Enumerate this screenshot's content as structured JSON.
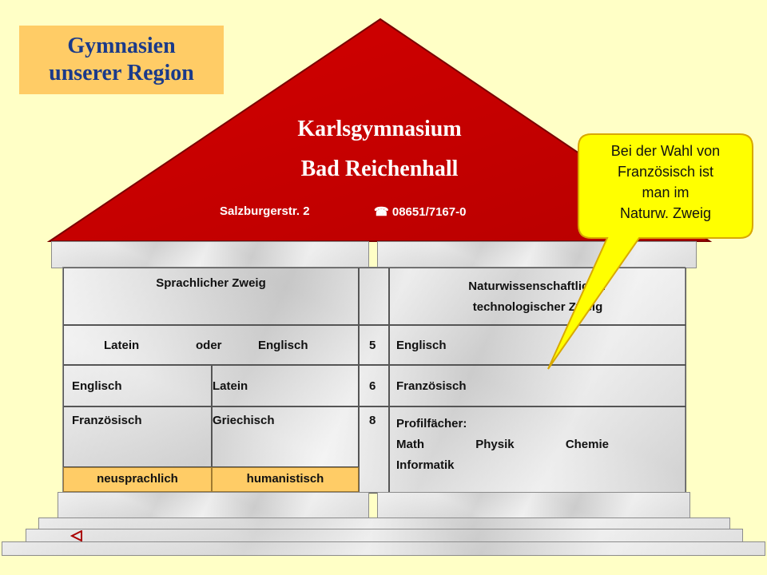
{
  "title": {
    "line1": "Gymnasien",
    "line2": "unserer Region"
  },
  "school": {
    "name": "Karlsgymnasium",
    "city": "Bad Reichenhall",
    "address": "Salzburgerstr. 2",
    "phone_icon": "phone-icon",
    "phone": "08651/7167-0"
  },
  "callout": {
    "lines": [
      "Bei der Wahl von",
      "Französisch ist",
      "man im",
      "Naturw. Zweig"
    ]
  },
  "table": {
    "header_left": "Sprachlicher Zweig",
    "header_right_line1": "Naturwissenschaftlicher",
    "header_right_line2": "technologischer Zweig",
    "row5": {
      "left": "Latein",
      "or": "oder",
      "left2": "Englisch",
      "grade": "5",
      "right": "Englisch"
    },
    "row6": {
      "left": "Englisch",
      "middle": "Latein",
      "grade": "6",
      "right": "Französisch"
    },
    "row8": {
      "left": "Französisch",
      "middle": "Griechisch",
      "grade": "8",
      "right_title": "Profilfächer:",
      "subjects": [
        "Math",
        "Physik",
        "Chemie"
      ],
      "subject_extra": "Informatik"
    },
    "branch_labels": {
      "left": "neusprachlich",
      "middle": "humanistisch"
    }
  },
  "nav": {
    "back_icon": "triangle-left-icon"
  },
  "colors": {
    "background": "#ffffc6",
    "roof": "#cc0000",
    "label": "#ffcc66",
    "title_text": "#1a3a8a"
  }
}
